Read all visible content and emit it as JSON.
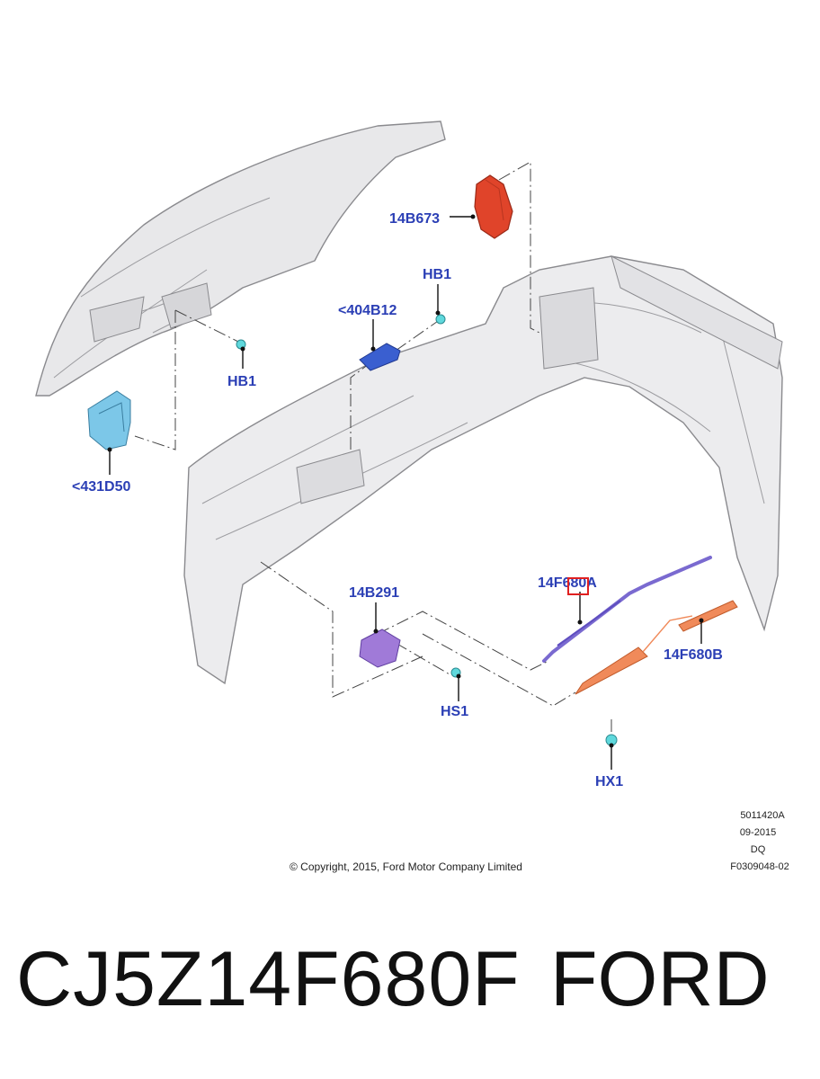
{
  "callouts": {
    "c14B673": "14B673",
    "hb1_top": "HB1",
    "c404B12": "<404B12",
    "hb1_left": "HB1",
    "c431D50": "<431D50",
    "c14B291": "14B291",
    "c14F680A": "14F680A",
    "c14F680B": "14F680B",
    "hs1": "HS1",
    "hx1": "HX1"
  },
  "meta": {
    "ref": "5011420A",
    "date": "09-2015",
    "author": "DQ",
    "figure": "F0309048-02"
  },
  "copyright": "© Copyright, 2015, Ford Motor Company Limited",
  "footer": {
    "part_number": "CJ5Z14F680F",
    "brand": "FORD"
  },
  "colors": {
    "callout": "#2b3fb5",
    "module_red": "#e0442a",
    "connector_blue": "#3a5fd0",
    "clip_cyan": "#5fd8dc",
    "bracket_lightblue": "#7cc7e8",
    "module_purple": "#a07ad8",
    "harness_purple": "#7a6ad0",
    "harness_orange": "#f08a5a",
    "highlight_box": "#e02020"
  }
}
